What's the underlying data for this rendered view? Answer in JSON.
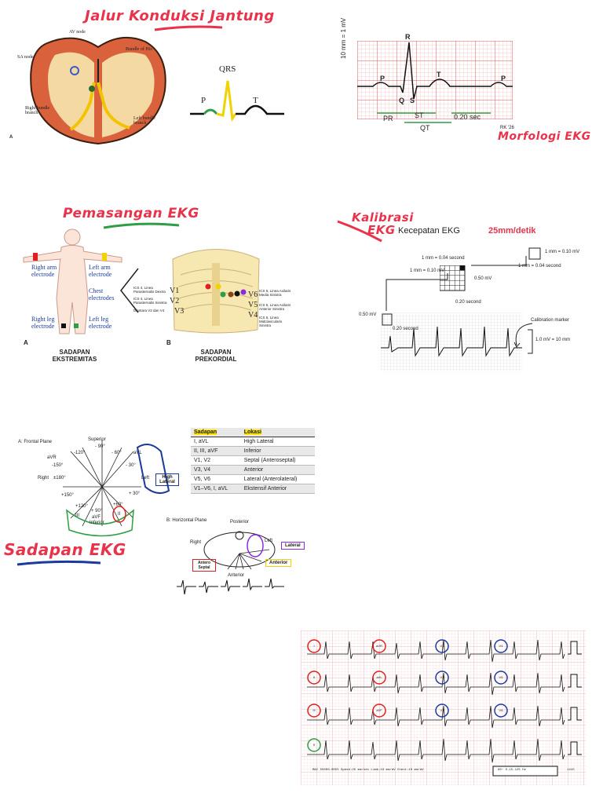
{
  "conduction": {
    "title": "Jalur Konduksi Jantung",
    "labels": {
      "av_node": "AV node",
      "sa_node": "SA node",
      "bundle_his": "Bundle of His",
      "right_bundle": "Right bundle branch",
      "left_bundle": "Left bundle branch",
      "panel": "A"
    },
    "waves": {
      "p": "P",
      "qrs": "QRS",
      "t": "T"
    }
  },
  "morphology": {
    "title": "Morfologi EKG",
    "axis_label": "10 mm = 1 mV",
    "waves": {
      "p": "P",
      "r": "R",
      "q": "Q",
      "s": "S",
      "t": "T",
      "p2": "P"
    },
    "intervals": {
      "pr": "PR",
      "st": "ST",
      "qt": "QT",
      "sec": "0.20 sec"
    },
    "sign": "RK '26"
  },
  "placement": {
    "title": "Pemasangan EKG",
    "labels": {
      "right_arm": "Right arm electrode",
      "left_arm": "Left arm electrode",
      "chest": "Chest electrodes",
      "right_leg": "Right leg electrode",
      "left_leg": "Left leg electrode",
      "panel_a": "A",
      "panel_b": "B"
    },
    "chest_labels": {
      "v1": "V1",
      "v2": "V2",
      "v3": "V3",
      "v4": "V4",
      "v5": "V5",
      "v6": "V6"
    },
    "notes": {
      "n1": "ICS 4, Linea Parasternalis Dextra",
      "n2": "ICS 4, Linea Parasternalis Sinistra",
      "n3": "Diantara V2 dan V4",
      "n4": "ICS 5, Linea Axilaris Media Sinistra",
      "n5": "ICS 5, Linea Axilaris Anterior Sinistra",
      "n6": "ICS 5, Linea Midclavicularis Sinistra"
    },
    "captions": {
      "limb": "SADAPAN EKSTREMITAS",
      "precordial": "SADAPAN PREKORDIAL"
    }
  },
  "calibration": {
    "title_line1": "Kalibrasi",
    "title_line2": "EKG",
    "speed_label": "Kecepatan EKG",
    "speed_value": "25mm/detik",
    "labels": {
      "mm_sec": "1 mm = 0.04 second",
      "mm_mv": "1 mm = 0.10 mV",
      "box_mv": "0.50 mV",
      "box_sec": "0.20 second",
      "small_mv": "1 mm = 0.10 mV",
      "small_sec": "1 mm = 0.04 second",
      "strip_mv": "0.50 mV",
      "strip_sec": "0.20 second",
      "marker": "Calibration marker",
      "marker_val": "1.0 mV = 10 mm"
    }
  },
  "leads": {
    "title": "Sadapan EKG",
    "frontal_title": "A: Frontal Plane",
    "horizontal_title": "B: Horizontal Plane",
    "frontal_labels": {
      "superior": "Superior",
      "m90": "- 90°",
      "m120": "-120°",
      "m60": "- 60°",
      "avr": "aVR",
      "avl": "aVL",
      "m150": "-150°",
      "m30": "- 30°",
      "right": "Right",
      "pm180": "±180°",
      "left": "Left",
      "p150": "+150°",
      "p30": "+ 30°",
      "p120": "+120°",
      "p60": "+60°",
      "p90": "+ 90°",
      "iii": "III",
      "avf": "aVF",
      "inferior": "Inferior",
      "ii": "II",
      "high_lateral": "High Lateral"
    },
    "horizontal_labels": {
      "posterior": "Posterior",
      "right": "Right",
      "left": "Left",
      "anterior": "Anterior",
      "lateral": "Lateral",
      "anterior_box": "Anterior",
      "septal": "Antero Septal"
    },
    "table": {
      "headers": [
        "Sadapan",
        "Lokasi"
      ],
      "rows": [
        [
          "I, aVL",
          "High Lateral"
        ],
        [
          "II, III, aVF",
          "Inferior"
        ],
        [
          "V1, V2",
          "Septal (Anteroseptal)"
        ],
        [
          "V3, V4",
          "Anterior"
        ],
        [
          "V5, V6",
          "Lateral (Anterolateral)"
        ],
        [
          "V1–V6, I, aVL",
          "Ekstensif Anterior"
        ]
      ]
    }
  },
  "strip": {
    "lead_labels": [
      "I",
      "aVR",
      "V1",
      "V4",
      "II",
      "aVL",
      "V2",
      "V5",
      "III",
      "aVF",
      "V3",
      "V6",
      "II"
    ],
    "footer_left": "MAC 55000-0055   Speed:25 mm/sec   Limb:10 mm/mV   Chest:10 mm/mV",
    "footer_right": "60~ 0.15-125 Hz",
    "footer_code": "1415"
  },
  "colors": {
    "accent": "#e8334b",
    "green": "#2e9e44",
    "yellow": "#f2d200",
    "blue": "#1a3a9c",
    "grid": "#e05a5a"
  }
}
